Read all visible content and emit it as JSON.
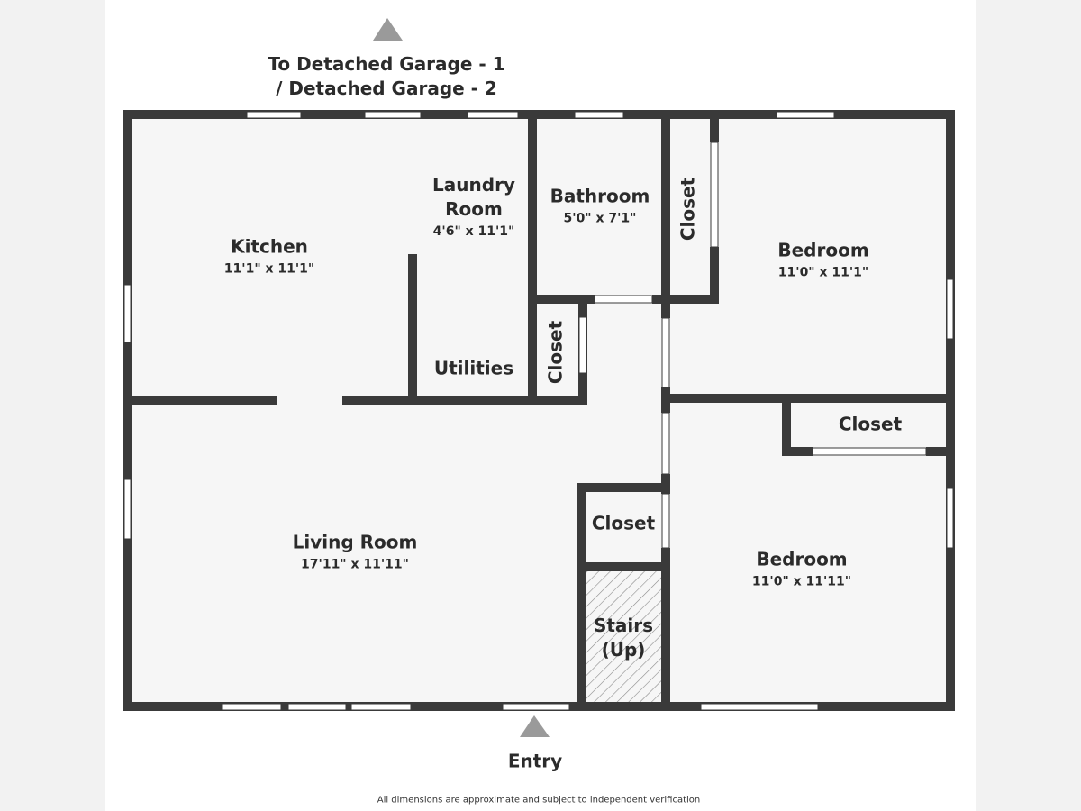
{
  "rooms": {
    "kitchen": {
      "name": "Kitchen",
      "dims": "11'1\" x 11'1\""
    },
    "laundry": {
      "name_line1": "Laundry",
      "name_line2": "Room",
      "dims": "4'6\" x 11'1\""
    },
    "bathroom": {
      "name": "Bathroom",
      "dims": "5'0\" x 7'1\""
    },
    "bedroom_1": {
      "name": "Bedroom",
      "dims": "11'0\" x 11'1\""
    },
    "bedroom_2": {
      "name": "Bedroom",
      "dims": "11'0\" x 11'11\""
    },
    "living_room": {
      "name": "Living Room",
      "dims": "17'11\" x 11'11\""
    },
    "utilities": {
      "name": "Utilities"
    },
    "stairs": {
      "name_line1": "Stairs",
      "name_line2": "(Up)"
    },
    "closets": {
      "top_right": "Closet",
      "mid_left": "Closet",
      "bedroom_2": "Closet",
      "hall": "Closet"
    }
  },
  "exits": {
    "garage_line1": "To Detached Garage - 1",
    "garage_line2": "/ Detached Garage - 2",
    "entry": "Entry"
  },
  "footnote": "All dimensions are approximate and subject to independent verification",
  "colors": {
    "wall": "#3a3a3a",
    "floor": "#f6f6f6",
    "window": "#ffffff",
    "arrow": "#9a9a9a",
    "stairs_hatch": "#8a8a8a"
  }
}
